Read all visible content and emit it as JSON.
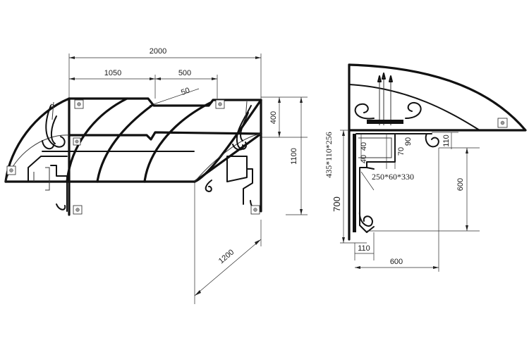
{
  "front_view": {
    "dim_total_width": "2000",
    "dim_left_width": "1050",
    "dim_right_width": "500",
    "dim_small": "50",
    "dim_top_height": "400",
    "dim_total_height": "1100",
    "dim_depth": "1200"
  },
  "side_view": {
    "dim_bracket_section": "435*110*256",
    "dim_height": "700",
    "dim_bottom_offset": "110",
    "dim_depth": "600",
    "dim_40a": "40",
    "dim_40b": "40",
    "dim_70": "70",
    "dim_90": "90",
    "dim_110_right": "110",
    "dim_600_vertical": "600",
    "dim_profile": "250*60*330"
  }
}
